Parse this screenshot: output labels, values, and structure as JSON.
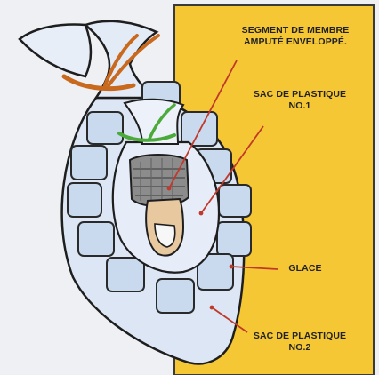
{
  "labels": {
    "segment": {
      "line1": "SEGMENT DE MEMBRE",
      "line2": "AMPUTÉ ENVELOPPÉ."
    },
    "sac1": {
      "line1": "SAC DE PLASTIQUE",
      "line2": "NO.1"
    },
    "glace": {
      "line1": "GLACE"
    },
    "sac2": {
      "line1": "SAC DE PLASTIQUE",
      "line2": "NO.2"
    }
  },
  "colors": {
    "panel": "#f6c734",
    "leader": "#c0392b",
    "bag": "#dce6f4",
    "ice": "#c9d9ee",
    "tie_outer": "#c8691e",
    "tie_inner": "#4caa3a"
  }
}
